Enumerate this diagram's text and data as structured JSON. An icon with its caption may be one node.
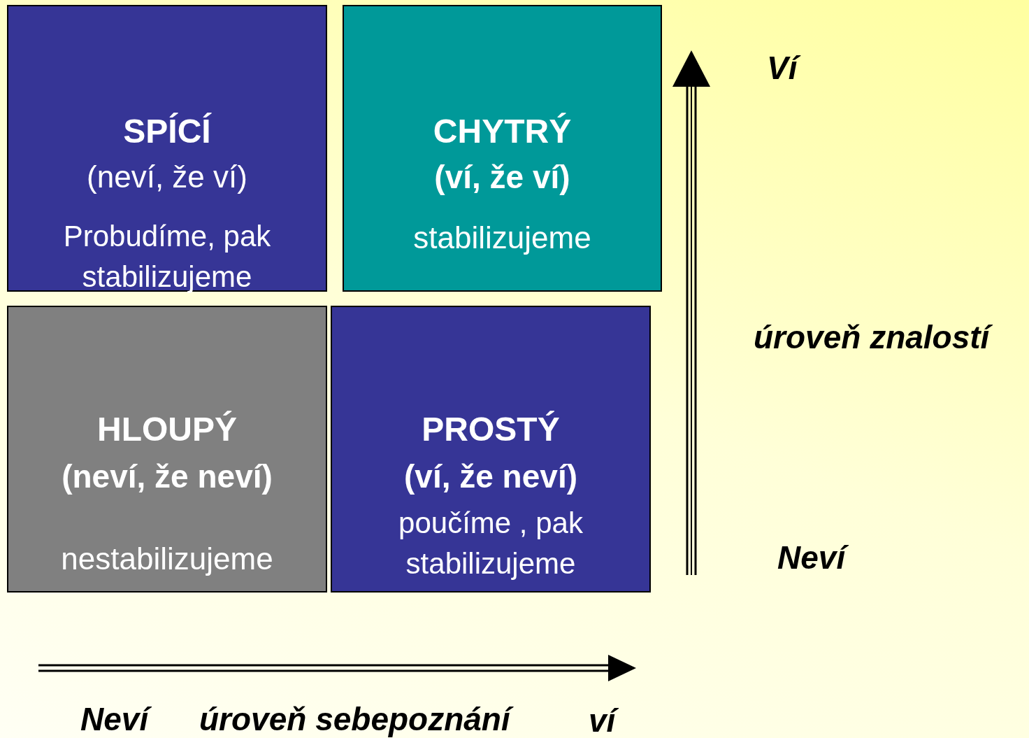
{
  "diagram": {
    "nodes": [
      {
        "text": [
          "SPÍCÍ",
          "(neví, že ví)",
          "Probudíme, pak stabilizujeme"
        ]
      },
      {
        "text": [
          "CHYTRÝ",
          "(ví, že ví)",
          "stabilizujeme"
        ]
      },
      {
        "text": [
          "HLOUPÝ",
          "(neví, že neví)",
          "nestabilizujeme"
        ]
      },
      {
        "text": [
          "PROSTÝ",
          "(ví, že neví)",
          "poučíme , pak stabilizujeme"
        ]
      }
    ],
    "labels": [
      "Ví",
      "úroveň znalostí",
      "Neví",
      "Neví",
      "úroveň sebepoznání",
      "ví"
    ]
  }
}
